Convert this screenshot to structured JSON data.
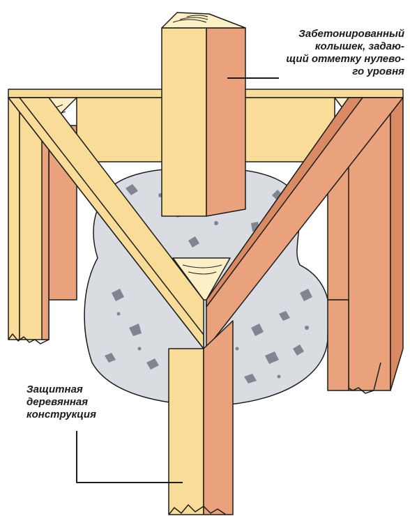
{
  "annotations": {
    "stake": {
      "lines": [
        "Забетонированный",
        "колышек, задаю-",
        "щий отметку нулево-",
        "го уровня"
      ]
    },
    "frame": {
      "lines": [
        "Защитная",
        "деревянная",
        "конструкция"
      ]
    }
  },
  "colors": {
    "wood_light": "#f9dc97",
    "wood_side": "#e9a27c",
    "wood_dark": "#d98a63",
    "end_grain": "#fdf0c6",
    "concrete": "#d9dde2",
    "concrete_speckle": "#7f8692",
    "outline": "#1c1c1c"
  }
}
